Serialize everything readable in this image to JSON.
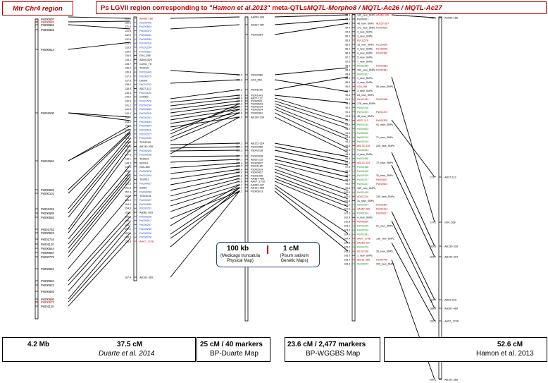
{
  "titles": {
    "left": "Mtr Chr4 region",
    "main_prefix": "Ps LGVII region corresponding to \"",
    "main_ref": "Hamon et al.2013",
    "main_suffix": "\" meta-QTLs ",
    "main_qtls": "MQTL-Morpho8 / MQTL-Ac26 / MQTL-Ac27"
  },
  "legend": {
    "scale_a": "100 kb",
    "scale_b": "1 cM",
    "sub_a1": "(Medicago truncatula",
    "sub_a2": "Physical Map)",
    "sub_b1": "(Pisum sativum",
    "sub_b2": "Genetic Maps)"
  },
  "footer": {
    "box1_v1": "4.2 Mb",
    "box1_v2": "37.5 cM",
    "box1_label": "Duarte et al. 2014",
    "box2_v": "25 cM / 40 markers",
    "box2_label": "BP-Duarte Map",
    "box3_v": "23.6 cM / 2,477 markers",
    "box3_label": "BP-WGGBS Map",
    "box4_v": "52.6 cM",
    "box4_label": "Hamon et al. 2013"
  },
  "colors": {
    "red": "#c00000",
    "blue": "#1f3fbf",
    "green": "#1a8a1a",
    "black": "#000000"
  },
  "maps": {
    "mtr": {
      "markers": [
        {
          "pos": "",
          "name": "Ps000697"
        },
        {
          "pos": "",
          "name": "Ps000682"
        },
        {
          "pos": "",
          "name": "Ps000681"
        },
        {
          "pos": "",
          "name": "Ps000683"
        },
        {
          "pos": "",
          "name": "Ps000614"
        },
        {
          "pos": "",
          "name": "Ps001530"
        },
        {
          "pos": "",
          "name": "Ps001584"
        },
        {
          "pos": "",
          "name": "Ps000683"
        },
        {
          "pos": "",
          "name": "Ps000101"
        },
        {
          "pos": "",
          "name": "Ps001249"
        },
        {
          "pos": "",
          "name": "Ps000669"
        },
        {
          "pos": "",
          "name": "Ps000592"
        },
        {
          "pos": "",
          "name": "Ps001762"
        },
        {
          "pos": "",
          "name": "Ps000923"
        },
        {
          "pos": "",
          "name": "Ps001716"
        },
        {
          "pos": "",
          "name": "Ps001120"
        },
        {
          "pos": "",
          "name": "Ps000644"
        },
        {
          "pos": "",
          "name": "Ps000687"
        },
        {
          "pos": "",
          "name": "Ps000779"
        },
        {
          "pos": "",
          "name": "Ps000681"
        },
        {
          "pos": "",
          "name": "Ps000934"
        },
        {
          "pos": "",
          "name": "Ps000623"
        },
        {
          "pos": "",
          "name": "Ps000693"
        },
        {
          "pos": "",
          "name": "Ps000680"
        },
        {
          "pos": "",
          "name": "Ps000672"
        },
        {
          "pos": "",
          "name": "Ps001120"
        }
      ]
    },
    "duarte14": {
      "markers": [
        {
          "pos": "129.9",
          "name": "AA069-186"
        },
        {
          "pos": "130.5",
          "name": "Ps000442"
        },
        {
          "pos": "131.0",
          "name": "Ps000604"
        },
        {
          "pos": "131.6",
          "name": "Ps000372"
        },
        {
          "pos": "132.0",
          "name": "Ps000361"
        },
        {
          "pos": "132.4",
          "name": "Ps000284"
        },
        {
          "pos": "133.0",
          "name": "Ps000316"
        },
        {
          "pos": "133.5",
          "name": "Ps001254"
        },
        {
          "pos": "134.0",
          "name": "Ps000667"
        },
        {
          "pos": "134.6",
          "name": "G04_258"
        },
        {
          "pos": "135.1",
          "name": "AB001529"
        },
        {
          "pos": "135.7",
          "name": "CD0G_TE"
        },
        {
          "pos": "136.2",
          "name": "TE0G21"
        },
        {
          "pos": "136.8",
          "name": "Ps001443"
        },
        {
          "pos": "137.3",
          "name": "Ps000275"
        },
        {
          "pos": "137.8",
          "name": "DE0IN"
        },
        {
          "pos": "138.4",
          "name": "Ps001762"
        },
        {
          "pos": "138.9",
          "name": "AB27-112"
        },
        {
          "pos": "139.4",
          "name": "Ps001180"
        },
        {
          "pos": "140.0",
          "name": "CH0D0"
        },
        {
          "pos": "140.5",
          "name": "Ps001576"
        },
        {
          "pos": "141.1",
          "name": "Ps000234"
        },
        {
          "pos": "141.6",
          "name": "Ps000253"
        },
        {
          "pos": "142.1",
          "name": "Ps000315"
        },
        {
          "pos": "142.7",
          "name": "Ps000261"
        },
        {
          "pos": "143.2",
          "name": "Ps000634"
        },
        {
          "pos": "143.8",
          "name": "Ps000304"
        },
        {
          "pos": "144.3",
          "name": "Ps000611"
        },
        {
          "pos": "144.8",
          "name": "Ps001227"
        },
        {
          "pos": "145.4",
          "name": "Ps001033"
        },
        {
          "pos": "145.9",
          "name": "TE04P93"
        },
        {
          "pos": "146.5",
          "name": "AB130-339"
        },
        {
          "pos": "147.0",
          "name": "Ps000420"
        },
        {
          "pos": "147.5",
          "name": "Ps000238"
        },
        {
          "pos": "148.1",
          "name": "TE0012"
        },
        {
          "pos": "148.6",
          "name": "SED14"
        },
        {
          "pos": "149.1",
          "name": "G05-350"
        },
        {
          "pos": "149.7",
          "name": "Ps000578"
        },
        {
          "pos": "150.2",
          "name": "Ps001094"
        },
        {
          "pos": "150.8",
          "name": "TE0051"
        },
        {
          "pos": "151.3",
          "name": "Ps000427"
        },
        {
          "pos": "151.8",
          "name": "SOD0"
        },
        {
          "pos": "152.4",
          "name": "Ps000280"
        },
        {
          "pos": "152.9",
          "name": "TE0G015"
        },
        {
          "pos": "153.4",
          "name": "Ps000327"
        },
        {
          "pos": "154.0",
          "name": "Ps000680"
        },
        {
          "pos": "154.5",
          "name": "Ps000261"
        },
        {
          "pos": "155.1",
          "name": "AB361-693"
        },
        {
          "pos": "155.6",
          "name": "Ps000225"
        },
        {
          "pos": "156.1",
          "name": "Ps000517"
        },
        {
          "pos": "156.7",
          "name": "Ps000297"
        },
        {
          "pos": "157.2",
          "name": "Ps000259"
        },
        {
          "pos": "157.8",
          "name": "Ps000226"
        },
        {
          "pos": "158.3",
          "name": "Ps000228"
        },
        {
          "pos": "158.8",
          "name": "AA07_1708"
        },
        {
          "pos": "167.4",
          "name": "AB191-365"
        }
      ]
    },
    "bpduarte": {
      "markers": [
        {
          "pos": "",
          "name": "AA069-186"
        },
        {
          "pos": "",
          "name": "AD337-367"
        },
        {
          "pos": "",
          "name": "Ps000384"
        },
        {
          "pos": "114.9",
          "name": "Ps000380"
        },
        {
          "pos": "115.8",
          "name": "G04_258"
        },
        {
          "pos": "117.2",
          "name": "Ps001180"
        },
        {
          "pos": "118.0",
          "name": "Ps001443"
        },
        {
          "pos": "118.4",
          "name": "AB27-112"
        },
        {
          "pos": "118.8",
          "name": "Ps000511"
        },
        {
          "pos": "119.3",
          "name": "Ps000603"
        },
        {
          "pos": "119.7",
          "name": "Ps000234"
        },
        {
          "pos": "120.2",
          "name": "Ps000634"
        },
        {
          "pos": "120.8",
          "name": "Ps000361"
        },
        {
          "pos": "121.5",
          "name": "AB130-339"
        },
        {
          "pos": "124.1",
          "name": "AB122-324"
        },
        {
          "pos": "124.7",
          "name": "Ps000380"
        },
        {
          "pos": "125.3",
          "name": "Ps000238"
        },
        {
          "pos": "127.1",
          "name": "Ps000438"
        },
        {
          "pos": "127.7",
          "name": "AD63-210"
        },
        {
          "pos": "128.4",
          "name": "Ps000807"
        },
        {
          "pos": "128.9",
          "name": "Ps001180"
        },
        {
          "pos": "129.4",
          "name": "Ps000314"
        },
        {
          "pos": "130.0",
          "name": "Ps000417"
        },
        {
          "pos": "130.6",
          "name": "Ps001935"
        },
        {
          "pos": "131.1",
          "name": "AA367-489"
        },
        {
          "pos": "131.6",
          "name": "AA07_1709"
        },
        {
          "pos": "132.1",
          "name": "AA060-437"
        },
        {
          "pos": "132.7",
          "name": "AB191-365"
        },
        {
          "pos": "133.2",
          "name": "Ps000673"
        }
      ]
    },
    "wggbs": {
      "markers": [
        {
          "pos": "83.3",
          "name": "135_new_SNPs",
          "extra": "AA069-186",
          "c": "black"
        },
        {
          "pos": "83.6",
          "name": "Ps000921",
          "extra": "",
          "c": "black"
        },
        {
          "pos": "84.0",
          "name": "48_new_SNPs",
          "extra": "AD257-367",
          "c": "black"
        },
        {
          "pos": "84.4",
          "name": "172_new_SNPs",
          "extra": "Ps000600",
          "c": "black"
        },
        {
          "pos": "84.8",
          "name": "4_new_SNPs",
          "extra": "",
          "c": "black"
        },
        {
          "pos": "85.2",
          "name": "3_new_SNPs",
          "extra": "",
          "c": "black"
        },
        {
          "pos": "85.6",
          "name": "Ps011578",
          "extra": "",
          "c": "red"
        },
        {
          "pos": "86.0",
          "name": "15_new_SNPs",
          "extra": "Ps129690",
          "c": "black"
        },
        {
          "pos": "86.4",
          "name": "4_new_SNPs",
          "extra": "Ps129675",
          "c": "black"
        },
        {
          "pos": "86.8",
          "name": "4_new_SNPs",
          "extra": "Ps000380",
          "c": "black"
        },
        {
          "pos": "87.2",
          "name": "5_new_SNPs",
          "extra": "",
          "c": "black"
        },
        {
          "pos": "87.6",
          "name": "7_new_SNPs",
          "extra": "",
          "c": "black"
        },
        {
          "pos": "88.0",
          "name": "Ps000380",
          "extra": "Ps00158A",
          "c": "green"
        },
        {
          "pos": "88.4",
          "name": "153_new_SNPs",
          "extra": "Ps000381",
          "c": "black"
        },
        {
          "pos": "88.8",
          "name": "Ps000367",
          "extra": "",
          "c": "green"
        },
        {
          "pos": "89.2",
          "name": "1_new_SNPs",
          "extra": "",
          "c": "black"
        },
        {
          "pos": "89.6",
          "name": "4_new_SNPs",
          "extra": "",
          "c": "black"
        },
        {
          "pos": "90.0",
          "name": "G04-268",
          "extra": "50_new_SNPs",
          "c": "red"
        },
        {
          "pos": "90.4",
          "name": "3_new_SNPs",
          "extra": "",
          "c": "black"
        },
        {
          "pos": "90.8",
          "name": "23_new_SNPs",
          "extra": "",
          "c": "black"
        },
        {
          "pos": "91.2",
          "name": "Ps101443",
          "extra": "Ps001545",
          "c": "red"
        },
        {
          "pos": "91.6",
          "name": "176_new_SNPs",
          "extra": "",
          "c": "black"
        },
        {
          "pos": "92.0",
          "name": "Ps000316",
          "extra": "",
          "c": "green"
        },
        {
          "pos": "92.4",
          "name": "Ps001301",
          "extra": "Ps001473",
          "c": "green"
        },
        {
          "pos": "92.8",
          "name": "45_new_SNPs",
          "extra": "",
          "c": "black"
        },
        {
          "pos": "93.2",
          "name": "AB27-112",
          "extra": "Ps000305",
          "c": "red"
        },
        {
          "pos": "93.6",
          "name": "Ps000234",
          "extra": "91_new_SNPs",
          "c": "green"
        },
        {
          "pos": "94.0",
          "name": "Ps000603",
          "extra": "",
          "c": "green"
        },
        {
          "pos": "94.4",
          "name": "Ps000611",
          "extra": "",
          "c": "green"
        },
        {
          "pos": "94.8",
          "name": "Ps000213",
          "extra": "71_new_SNPs",
          "c": "green"
        },
        {
          "pos": "95.2",
          "name": "Ps000234",
          "extra": "",
          "c": "green"
        },
        {
          "pos": "95.6",
          "name": "AB130-339",
          "extra": "205_new_SNPs",
          "c": "red"
        },
        {
          "pos": "96.0",
          "name": "Ps000844",
          "extra": "",
          "c": "green"
        },
        {
          "pos": "96.4",
          "name": "4_new_SNPs",
          "extra": "",
          "c": "black"
        },
        {
          "pos": "96.8",
          "name": "Ps000388",
          "extra": "",
          "c": "green"
        },
        {
          "pos": "97.2",
          "name": "AB122-324",
          "extra": "72_new_SNPs",
          "c": "red"
        },
        {
          "pos": "97.6",
          "name": "Ps000358",
          "extra": "",
          "c": "green"
        },
        {
          "pos": "98.0",
          "name": "Ps000428",
          "extra": "",
          "c": "green"
        },
        {
          "pos": "98.4",
          "name": "Ps000429",
          "extra": "31_new_SNPs",
          "c": "green"
        },
        {
          "pos": "98.8",
          "name": "Ps000227",
          "extra": "Ps000817",
          "c": "green"
        },
        {
          "pos": "99.2",
          "name": "Ps000237",
          "extra": "Ps000601",
          "c": "green"
        },
        {
          "pos": "99.6",
          "name": "150_new_SNPs",
          "extra": "",
          "c": "black"
        },
        {
          "pos": "100.0",
          "name": "Ps000439",
          "extra": "",
          "c": "green"
        },
        {
          "pos": "100.4",
          "name": "AD63-210",
          "extra": "230_new_SNPs",
          "c": "red"
        },
        {
          "pos": "100.8",
          "name": "31_new_SNPs",
          "extra": "",
          "c": "black"
        },
        {
          "pos": "101.2",
          "name": "Ps000807",
          "extra": "Ps000367",
          "c": "green"
        },
        {
          "pos": "101.6",
          "name": "AA367-489",
          "extra": "Ps000314",
          "c": "red"
        },
        {
          "pos": "102.0",
          "name": "Ps000314",
          "extra": "Ps000817",
          "c": "green"
        },
        {
          "pos": "102.4",
          "name": "4_new_SNPs",
          "extra": "",
          "c": "black"
        },
        {
          "pos": "102.8",
          "name": "Ps000200",
          "extra": "",
          "c": "red"
        },
        {
          "pos": "103.2",
          "name": "Ps001099",
          "extra": "91_new_SNPs",
          "c": "green"
        },
        {
          "pos": "103.6",
          "name": "Ps000314",
          "extra": "",
          "c": "green"
        },
        {
          "pos": "104.0",
          "name": "Ps000381",
          "extra": "",
          "c": "green"
        },
        {
          "pos": "104.4",
          "name": "AA07_1708",
          "extra": "136_new_SNPs",
          "c": "red"
        },
        {
          "pos": "104.8",
          "name": "AA250-437",
          "extra": "",
          "c": "red"
        },
        {
          "pos": "105.2",
          "name": "Ps000279",
          "extra": "",
          "c": "green"
        },
        {
          "pos": "105.6",
          "name": "Ps101518",
          "extra": "35_new_SNPs",
          "c": "red"
        },
        {
          "pos": "106.0",
          "name": "1_new_SNPs",
          "extra": "",
          "c": "black"
        },
        {
          "pos": "106.4",
          "name": "AB191-365",
          "extra": "Ps000475",
          "c": "red"
        },
        {
          "pos": "106.8",
          "name": "Ps000673",
          "extra": "200_new_SNPs",
          "c": "green"
        }
      ]
    },
    "hamon": {
      "markers": [
        {
          "pos": "146.5",
          "name": "AA069-186"
        },
        {
          "pos": "173.7",
          "name": "AB27-112"
        },
        {
          "pos": "179.2",
          "name": "G04_268"
        },
        {
          "pos": "183.8",
          "name": "AB130-339"
        },
        {
          "pos": "184.1",
          "name": "AB122-324"
        },
        {
          "pos": "187.2",
          "name": "AD63-210"
        },
        {
          "pos": "188.8",
          "name": "AA367-489"
        },
        {
          "pos": "190.6",
          "name": "AA07_1708"
        },
        {
          "pos": "200.1",
          "name": "AB191-365"
        }
      ]
    }
  }
}
